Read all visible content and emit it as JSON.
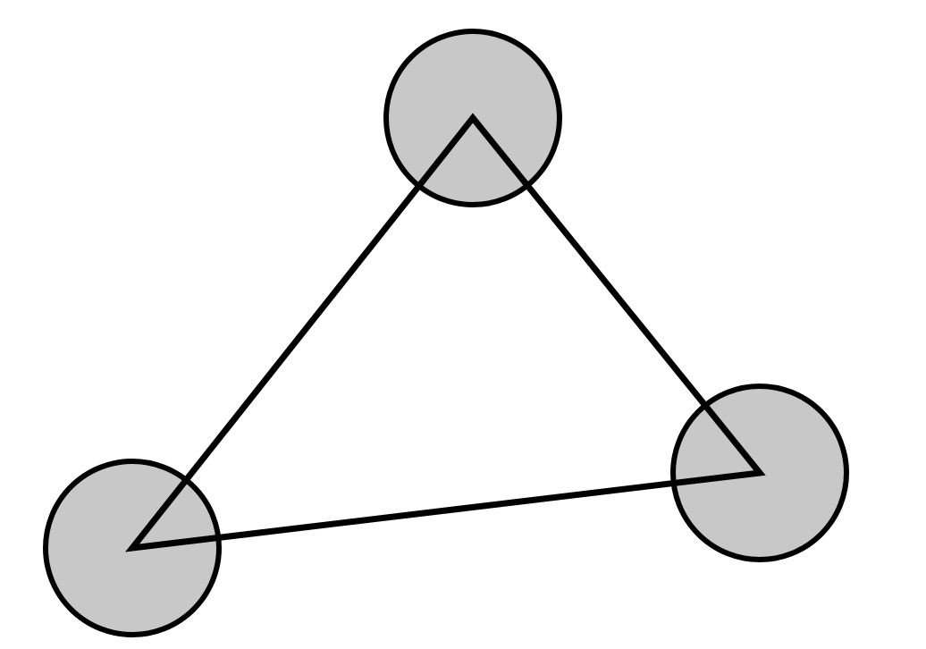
{
  "diagram": {
    "shape": "triangle",
    "vertex_marker": "circle",
    "vertex_count": 3,
    "colors": {
      "background": "#ffffff",
      "stroke": "#000000",
      "vertex_fill": "#c8c8c8"
    }
  }
}
